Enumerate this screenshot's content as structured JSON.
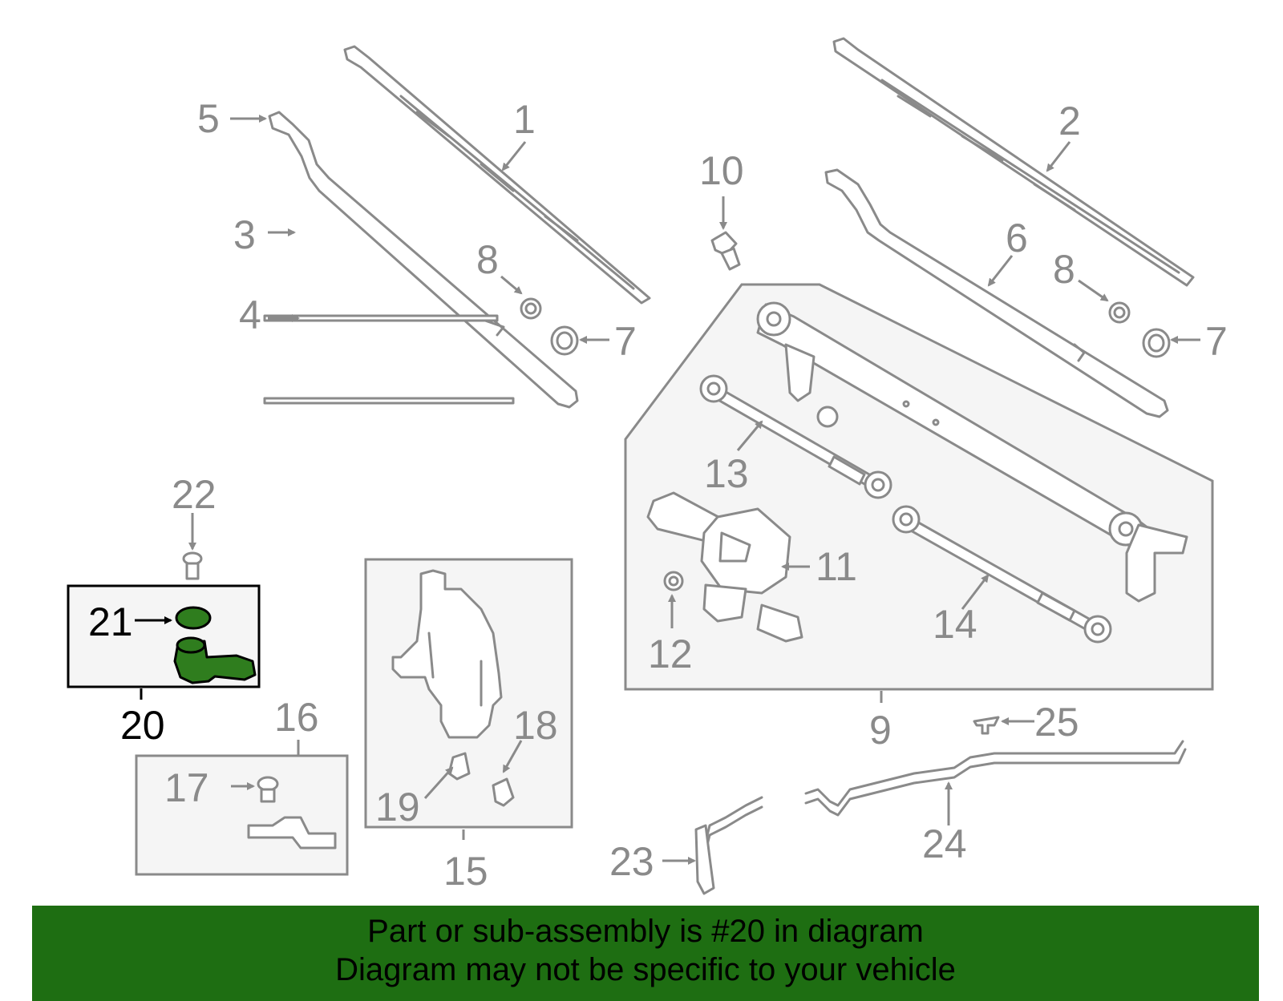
{
  "callouts": {
    "c1": "1",
    "c2": "2",
    "c3": "3",
    "c4": "4",
    "c5": "5",
    "c6": "6",
    "c7a": "7",
    "c7b": "7",
    "c8a": "8",
    "c8b": "8",
    "c9": "9",
    "c10": "10",
    "c11": "11",
    "c12": "12",
    "c13": "13",
    "c14": "14",
    "c15": "15",
    "c16": "16",
    "c17": "17",
    "c18": "18",
    "c19": "19",
    "c20": "20",
    "c21": "21",
    "c22": "22",
    "c23": "23",
    "c24": "24",
    "c25": "25"
  },
  "highlighted_part": "20",
  "colors": {
    "highlight": "#2f7d1e",
    "banner": "#1e6e12",
    "line": "#8a8a8a"
  },
  "banner": {
    "line1": "Part or sub-assembly is #20 in diagram",
    "line2": "Diagram may not be specific to your vehicle"
  }
}
